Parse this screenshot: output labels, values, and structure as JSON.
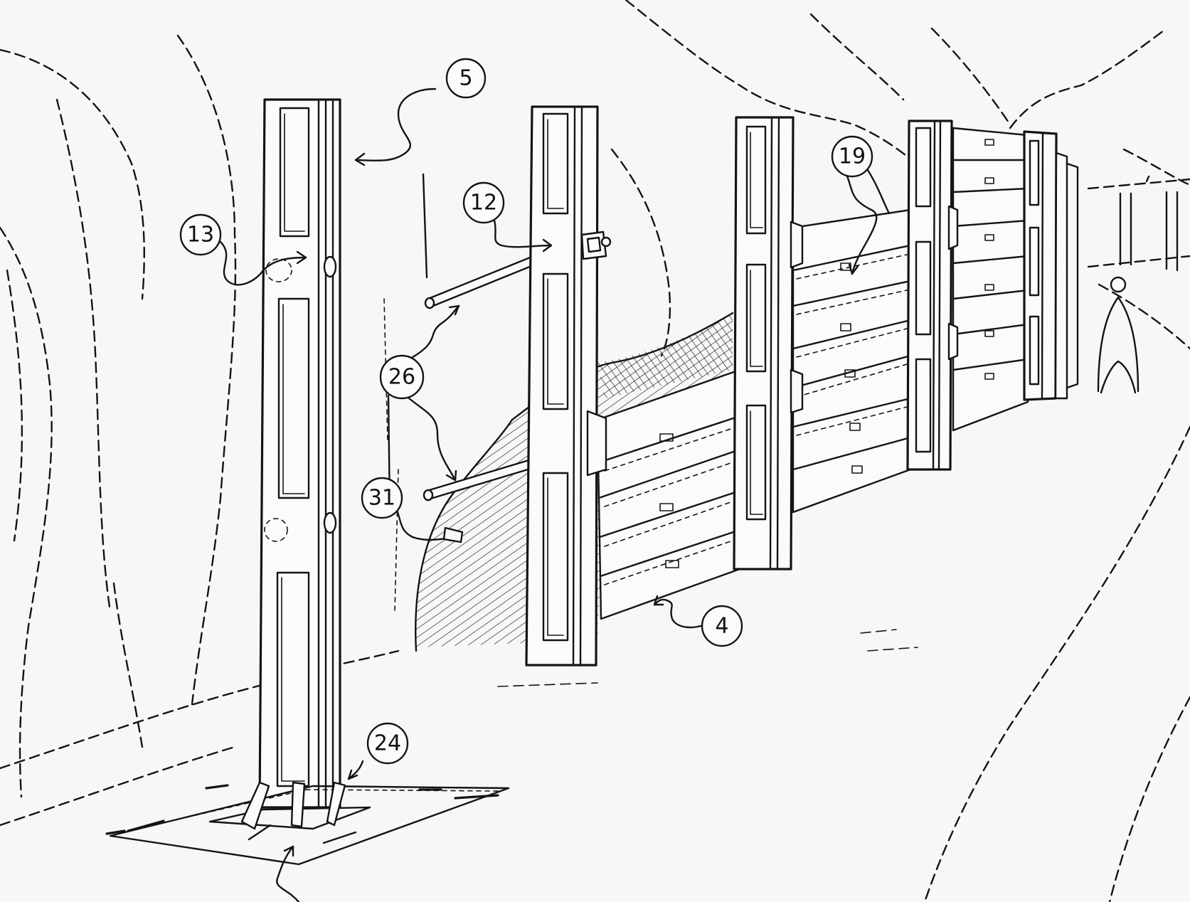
{
  "figure": {
    "callouts": [
      {
        "id": "5",
        "label": "5"
      },
      {
        "id": "13",
        "label": "13"
      },
      {
        "id": "12",
        "label": "12"
      },
      {
        "id": "19",
        "label": "19"
      },
      {
        "id": "26",
        "label": "26"
      },
      {
        "id": "31",
        "label": "31"
      },
      {
        "id": "4",
        "label": "4"
      },
      {
        "id": "24",
        "label": "24"
      }
    ]
  }
}
